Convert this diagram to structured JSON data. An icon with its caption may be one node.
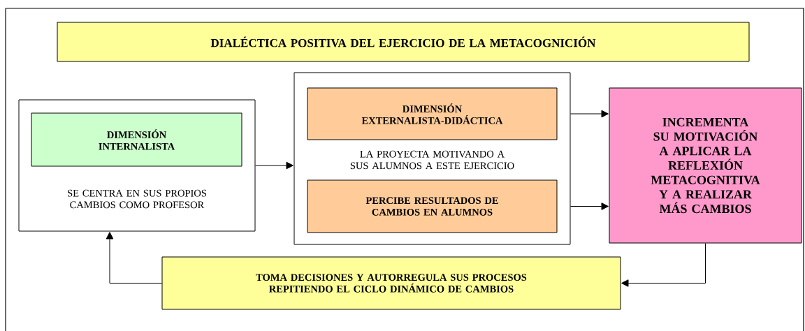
{
  "diagram": {
    "nodes": [
      {
        "text": [
          "DIALÉCTICA POSITIVA DEL EJERCICIO DE LA METACOGNICIÓN"
        ]
      },
      {
        "text": [
          "SE CENTRA EN SUS PROPIOS CAMBIOS COMO PROFESOR"
        ]
      },
      {
        "text": [
          "DIMENSIÓN INTERNALISTA"
        ],
        "in": 1
      },
      {
        "text": [
          "LA PROYECTA MOTIVANDO A SUS ALUMNOS A ESTE EJERCICIO"
        ]
      },
      {
        "text": [
          "DIMENSIÓN EXTERNALISTA-DIDÁCTICA"
        ],
        "in": 3
      },
      {
        "text": [
          "PERCIBE RESULTADOS DE CAMBIOS EN ALUMNOS"
        ],
        "in": 3
      },
      {
        "text": [
          "INCREMENTA SU MOTIVACIÓN A APLICAR LA REFLEXIÓN METACOGNITIVA Y A REALIZAR MÁS CAMBIOS"
        ]
      },
      {
        "text": [
          "TOMA DECISIONES Y AUTORREGULA SUS PROCESOS REPITIENDO EL CICLO DINÁMICO DE CAMBIOS"
        ]
      }
    ],
    "edges": [
      {
        "from": 1,
        "to": 3,
        "arrow": "to"
      },
      {
        "from": 4,
        "to": 6,
        "arrow": "to"
      },
      {
        "from": 5,
        "to": 6,
        "arrow": "to"
      },
      {
        "from": 6,
        "to": 7,
        "arrow": "to"
      },
      {
        "from": 7,
        "to": 1,
        "arrow": "to"
      }
    ]
  }
}
